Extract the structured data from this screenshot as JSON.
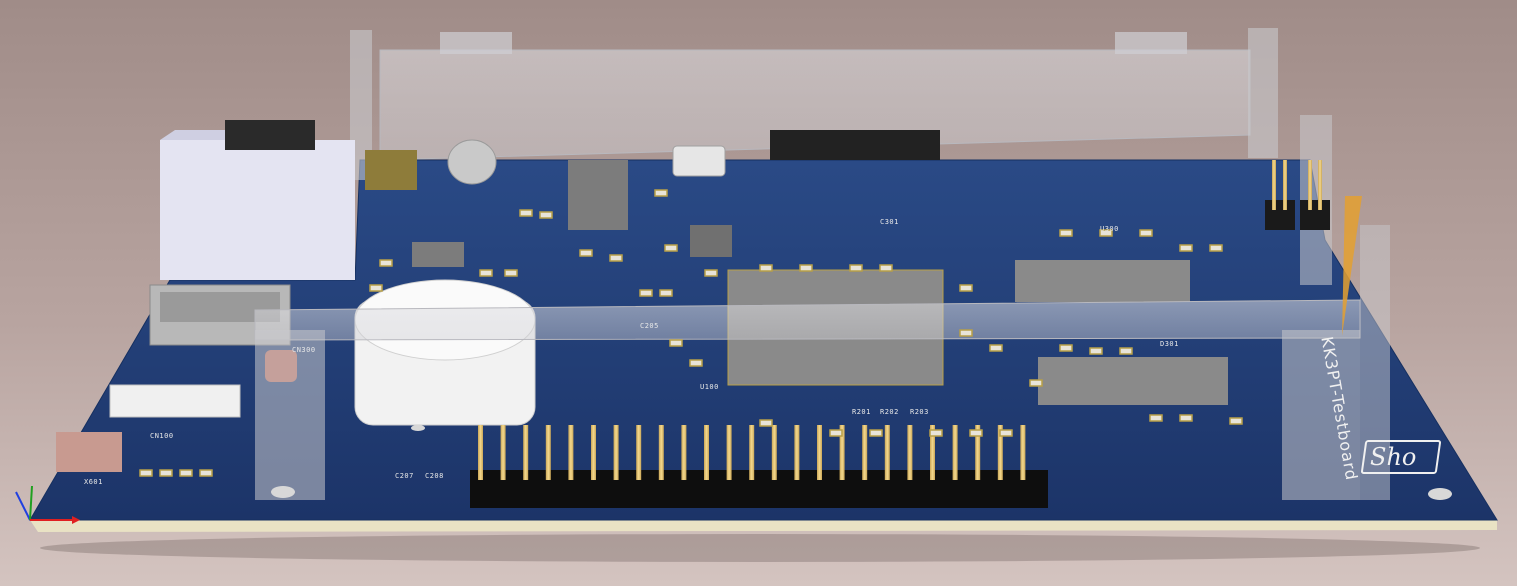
{
  "view": {
    "type": "pcb-3d-view",
    "colors": {
      "background_top": "#a08c88",
      "background_bottom": "#d4c4c0",
      "board_soldermask": "#1f3a6e",
      "board_edge": "#e9e2c4",
      "acrylic_case": "#d8d8dc",
      "pin_gold": "#e8c77a"
    }
  },
  "silkscreen": {
    "board_name": "KK3PT-Testboard",
    "logo": "Sho",
    "labels": {
      "cn100": "CN100",
      "cn300": "CN300",
      "x601": "X601",
      "u100": "U100",
      "u300": "U300",
      "d301": "D301",
      "r201": "R201",
      "r202": "R202",
      "r203": "R203",
      "c301": "C301",
      "c205": "C205",
      "c207": "C207",
      "c208": "C208"
    }
  },
  "axes": {
    "icons": [
      "axis-x-icon",
      "axis-y-icon",
      "axis-z-icon"
    ],
    "x_color": "#e02020",
    "y_color": "#20a020",
    "z_color": "#2040e0"
  }
}
